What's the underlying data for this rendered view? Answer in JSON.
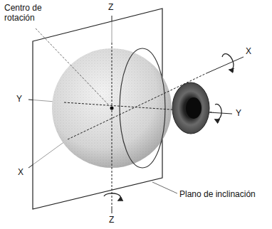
{
  "diagram": {
    "labels": [
      "Centro de rotación",
      "Z",
      "X",
      "Y",
      "Y",
      "X",
      "Plano de inclinación",
      "Z"
    ]
  }
}
